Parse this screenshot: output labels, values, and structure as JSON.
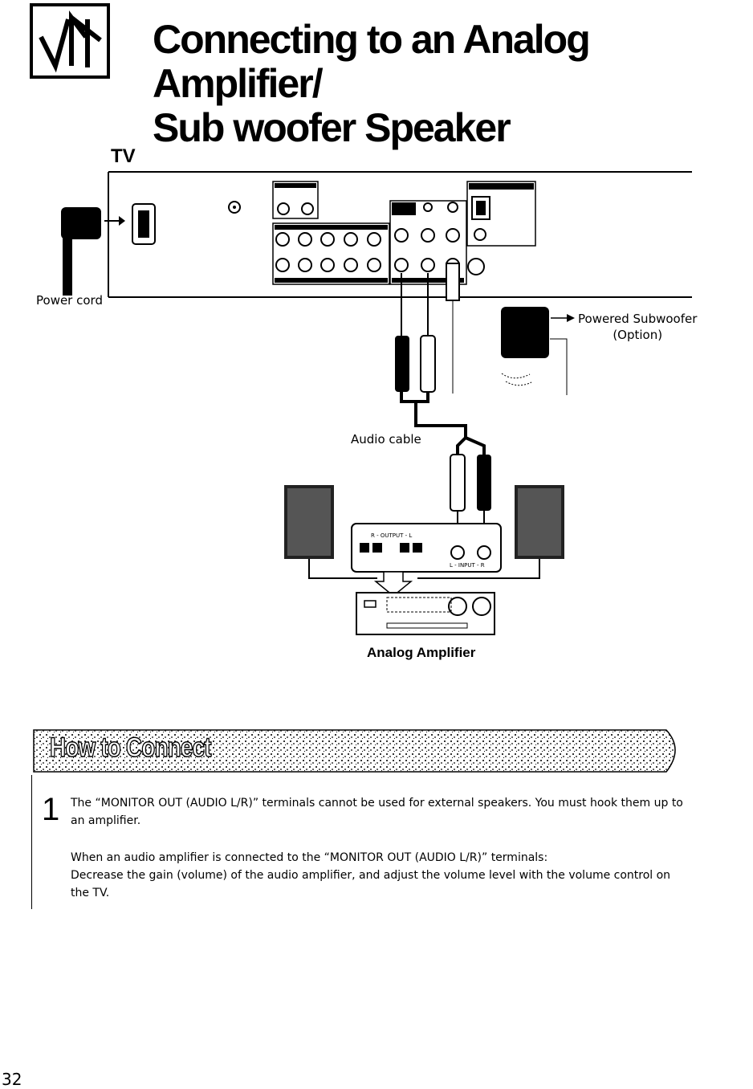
{
  "title": {
    "line1": "Connecting to an Analog Amplifier/",
    "line2": "Sub woofer Speaker"
  },
  "diagram": {
    "tv_label": "TV",
    "power_cord_label": "Power cord",
    "subwoofer_label_line1": "Powered Subwoofer",
    "subwoofer_label_line2": "(Option)",
    "audio_cable_label": "Audio cable",
    "amplifier_label": "Analog Amplifier",
    "amp_output_label": "R - OUTPUT - L",
    "amp_input_label": "L - INPUT - R"
  },
  "how_to_connect": {
    "heading": "How to Connect",
    "step_number": "1",
    "step_text": "The “MONITOR OUT (AUDIO L/R)” terminals cannot be used for external speakers. You must hook them up to an amplifier.",
    "note_intro": "When an audio amplifier is connected to the “MONITOR OUT (AUDIO L/R)” terminals:",
    "note_body": "Decrease the gain (volume) of the audio amplifier, and adjust the volume level with the volume control on the TV."
  },
  "page_number": "32"
}
